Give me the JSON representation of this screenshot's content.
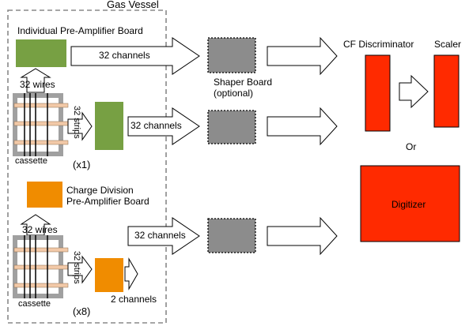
{
  "gas_vessel": {
    "label": "Gas Vessel"
  },
  "individual": {
    "board_label": "Individual Pre-Amplifier Board",
    "wires_label": "32 wires",
    "strips_label": "32 strips",
    "cassette_label": "cassette",
    "multiplicity": "(x1)",
    "wire_channels": "32 channels",
    "strip_channels": "32 channels",
    "board_color": "#77a043"
  },
  "charge_division": {
    "board_label_line1": "Charge Division",
    "board_label_line2": "Pre-Amplifier Board",
    "wires_label": "32 wires",
    "strips_label": "32 strips",
    "cassette_label": "cassette",
    "multiplicity": "(x8)",
    "wire_channels": "32 channels",
    "strip_channels": "2 channels",
    "board_color": "#f08c00"
  },
  "shaper": {
    "label_line1": "Shaper Board",
    "label_line2": "(optional)",
    "color": "#8c8c8c"
  },
  "cf_discriminator": {
    "label": "CF Discriminator",
    "color": "#ff2a00"
  },
  "scaler": {
    "label": "Scaler",
    "color": "#ff2a00"
  },
  "or_label": "Or",
  "digitizer": {
    "label": "Digitizer",
    "color": "#ff2a00"
  },
  "colors": {
    "cassette_frame": "#a0a0a0",
    "cassette_strip": "#f2c9a8",
    "dashed_border": "#888888"
  }
}
